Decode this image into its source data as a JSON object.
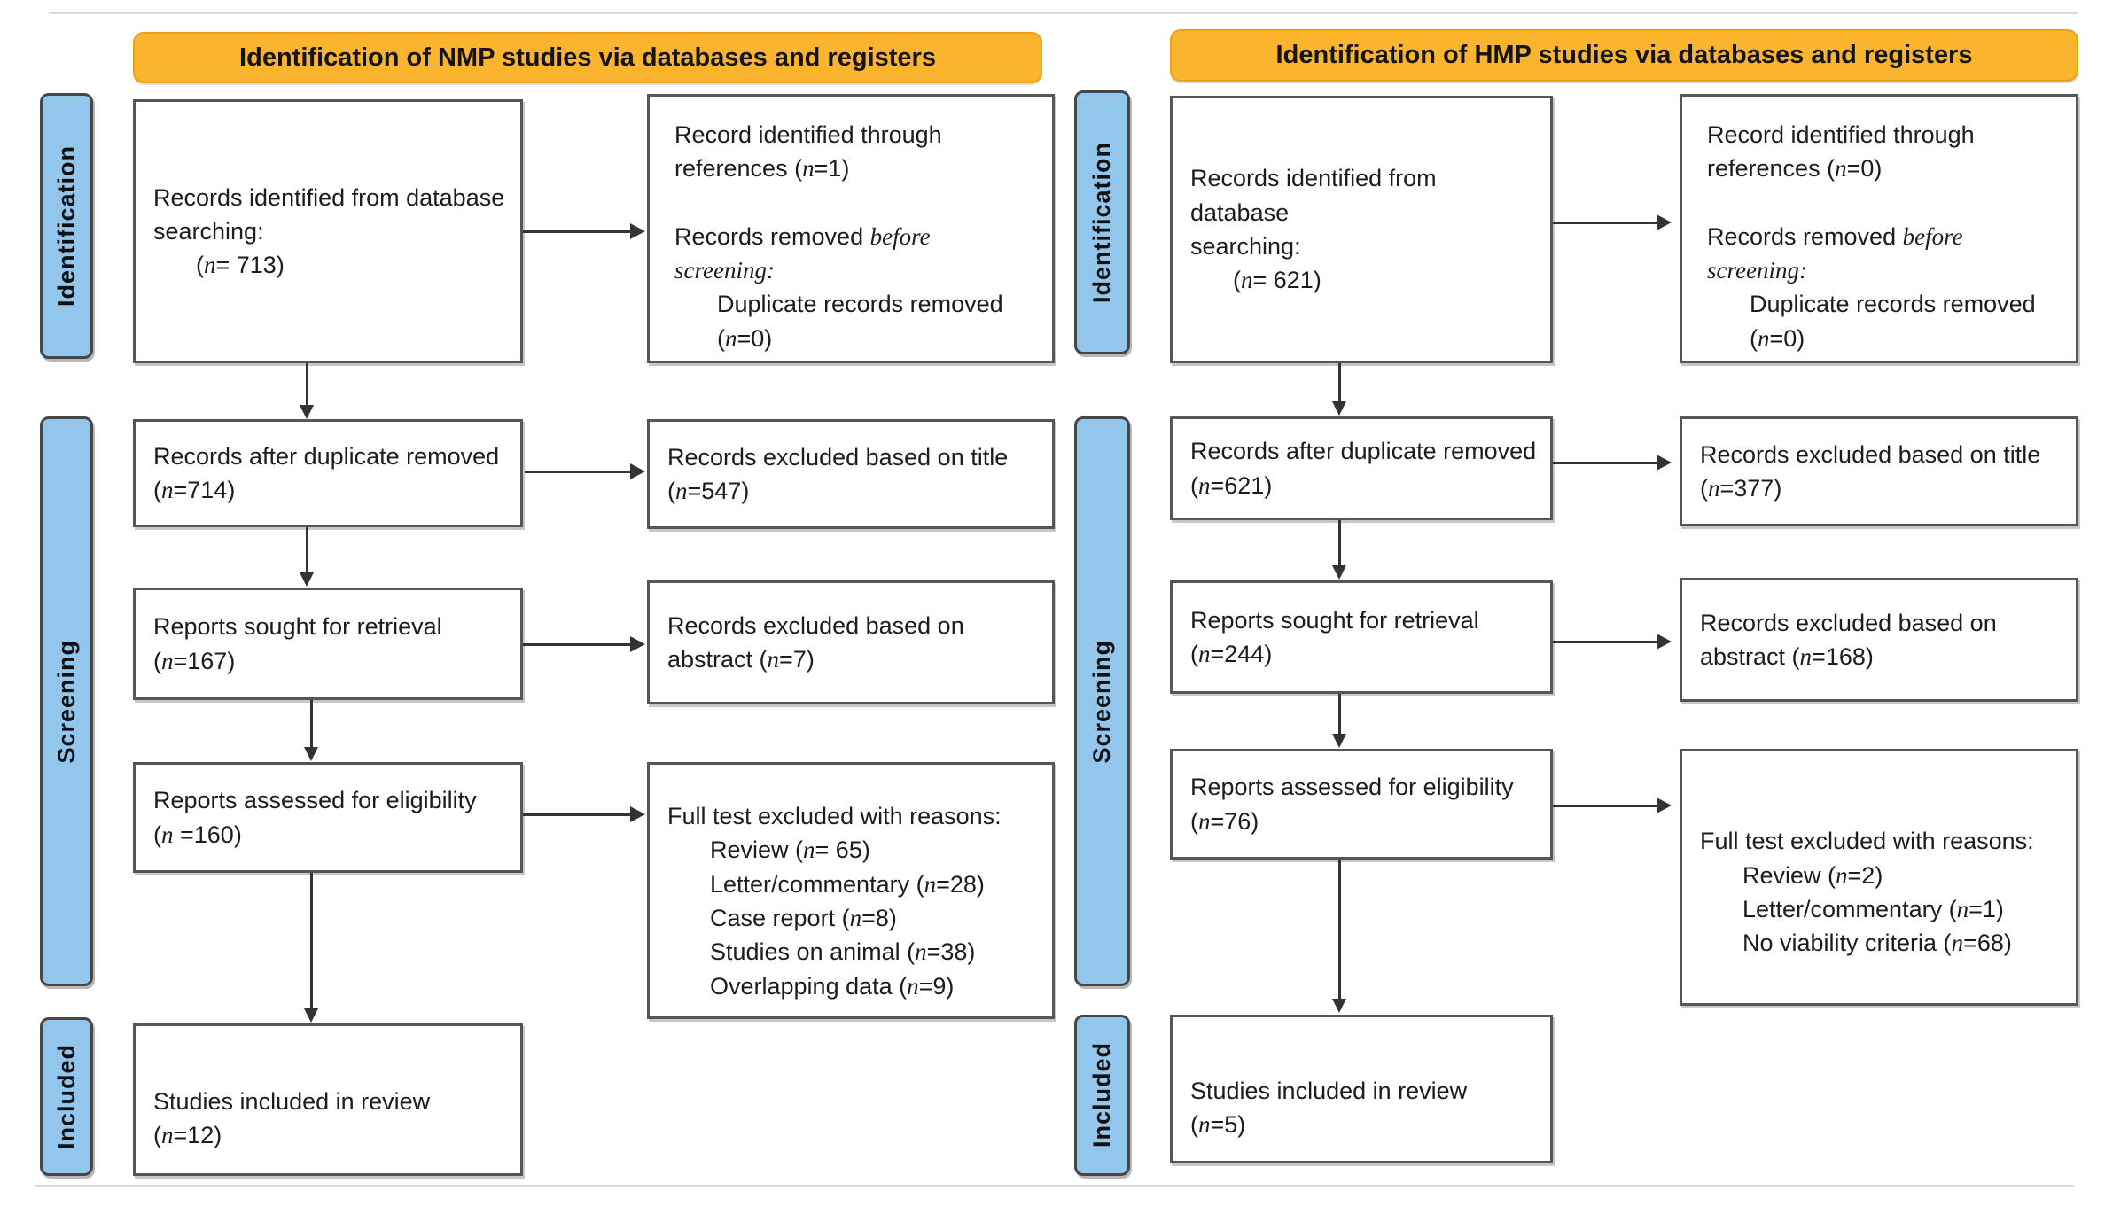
{
  "diagram": {
    "colors": {
      "header_bg": "#FBB42D",
      "header_border": "#EDA215",
      "stage_bg": "#93C6EC",
      "box_border": "#565656",
      "arrow": "#333333"
    },
    "nmp": {
      "header": "Identification of NMP studies via databases and registers",
      "stages": {
        "identification": "Identification",
        "screening": "Screening",
        "included": "Included"
      },
      "boxes": {
        "records_identified": [
          {
            "seg": [
              {
                "t": "Records identified from database"
              }
            ]
          },
          {
            "seg": [
              {
                "t": "searching:"
              }
            ]
          },
          {
            "ind": 1,
            "seg": [
              {
                "t": "("
              },
              {
                "t": "n",
                "i": 1
              },
              {
                "t": "= 713)"
              }
            ]
          }
        ],
        "references_removed": [
          {
            "seg": [
              {
                "t": "Record identified through"
              }
            ]
          },
          {
            "seg": [
              {
                "t": "references ("
              },
              {
                "t": "n",
                "i": 1
              },
              {
                "t": "=1)"
              }
            ]
          },
          {
            "seg": []
          },
          {
            "seg": [
              {
                "t": "Records removed "
              },
              {
                "t": "before",
                "i": 1
              }
            ]
          },
          {
            "seg": [
              {
                "t": "screening:",
                "i": 1
              }
            ]
          },
          {
            "ind": 1,
            "seg": [
              {
                "t": "Duplicate records removed"
              }
            ]
          },
          {
            "ind": 1,
            "seg": [
              {
                "t": "("
              },
              {
                "t": "n",
                "i": 1
              },
              {
                "t": "=0)"
              }
            ]
          }
        ],
        "after_duplicates": [
          {
            "seg": [
              {
                "t": "Records after duplicate removed"
              }
            ]
          },
          {
            "seg": [
              {
                "t": "("
              },
              {
                "t": "n",
                "i": 1
              },
              {
                "t": "=714)"
              }
            ]
          }
        ],
        "excluded_title": [
          {
            "seg": [
              {
                "t": "Records excluded based on title"
              }
            ]
          },
          {
            "seg": [
              {
                "t": "("
              },
              {
                "t": "n",
                "i": 1
              },
              {
                "t": "=547)"
              }
            ]
          }
        ],
        "reports_sought": [
          {
            "seg": [
              {
                "t": "Reports sought for retrieval"
              }
            ]
          },
          {
            "seg": [
              {
                "t": "("
              },
              {
                "t": "n",
                "i": 1
              },
              {
                "t": "=167)"
              }
            ]
          }
        ],
        "excluded_abstract": [
          {
            "seg": [
              {
                "t": "Records excluded based on"
              }
            ]
          },
          {
            "seg": [
              {
                "t": "abstract ("
              },
              {
                "t": "n",
                "i": 1
              },
              {
                "t": "=7)"
              }
            ]
          }
        ],
        "reports_assessed": [
          {
            "seg": [
              {
                "t": "Reports assessed for eligibility"
              }
            ]
          },
          {
            "seg": [
              {
                "t": "("
              },
              {
                "t": "n",
                "i": 1
              },
              {
                "t": " =160)"
              }
            ]
          }
        ],
        "fulltext_excluded": [
          {
            "seg": [
              {
                "t": "Full test excluded with reasons:"
              }
            ]
          },
          {
            "ind": 1,
            "seg": [
              {
                "t": "Review ("
              },
              {
                "t": "n",
                "i": 1
              },
              {
                "t": "= 65)"
              }
            ]
          },
          {
            "ind": 1,
            "seg": [
              {
                "t": "Letter/commentary ("
              },
              {
                "t": "n",
                "i": 1
              },
              {
                "t": "=28)"
              }
            ]
          },
          {
            "ind": 1,
            "seg": [
              {
                "t": "Case report ("
              },
              {
                "t": "n",
                "i": 1
              },
              {
                "t": "=8)"
              }
            ]
          },
          {
            "ind": 1,
            "seg": [
              {
                "t": "Studies on animal ("
              },
              {
                "t": "n",
                "i": 1
              },
              {
                "t": "=38)"
              }
            ]
          },
          {
            "ind": 1,
            "seg": [
              {
                "t": "Overlapping data ("
              },
              {
                "t": "n",
                "i": 1
              },
              {
                "t": "=9)"
              }
            ]
          }
        ],
        "studies_included": [
          {
            "seg": [
              {
                "t": "Studies included in review"
              }
            ]
          },
          {
            "seg": [
              {
                "t": "("
              },
              {
                "t": "n",
                "i": 1
              },
              {
                "t": "=12)"
              }
            ]
          }
        ]
      }
    },
    "hmp": {
      "header": "Identification of HMP studies via databases and registers",
      "stages": {
        "identification": "Identification",
        "screening": "Screening",
        "included": "Included"
      },
      "boxes": {
        "records_identified": [
          {
            "seg": [
              {
                "t": "Records identified from database"
              }
            ]
          },
          {
            "seg": [
              {
                "t": "searching:"
              }
            ]
          },
          {
            "ind": 1,
            "seg": [
              {
                "t": "("
              },
              {
                "t": "n",
                "i": 1
              },
              {
                "t": "= 621)"
              }
            ]
          }
        ],
        "references_removed": [
          {
            "seg": [
              {
                "t": "Record identified through"
              }
            ]
          },
          {
            "seg": [
              {
                "t": "references ("
              },
              {
                "t": "n",
                "i": 1
              },
              {
                "t": "=0)"
              }
            ]
          },
          {
            "seg": []
          },
          {
            "seg": [
              {
                "t": "Records removed "
              },
              {
                "t": "before",
                "i": 1
              }
            ]
          },
          {
            "seg": [
              {
                "t": "screening:",
                "i": 1
              }
            ]
          },
          {
            "ind": 1,
            "seg": [
              {
                "t": "Duplicate records removed"
              }
            ]
          },
          {
            "ind": 1,
            "seg": [
              {
                "t": "("
              },
              {
                "t": "n",
                "i": 1
              },
              {
                "t": "=0)"
              }
            ]
          }
        ],
        "after_duplicates": [
          {
            "seg": [
              {
                "t": "Records after duplicate removed"
              }
            ]
          },
          {
            "seg": [
              {
                "t": "("
              },
              {
                "t": "n",
                "i": 1
              },
              {
                "t": "=621)"
              }
            ]
          }
        ],
        "excluded_title": [
          {
            "seg": [
              {
                "t": "Records excluded based on title"
              }
            ]
          },
          {
            "seg": [
              {
                "t": "("
              },
              {
                "t": "n",
                "i": 1
              },
              {
                "t": "=377)"
              }
            ]
          }
        ],
        "reports_sought": [
          {
            "seg": [
              {
                "t": "Reports sought for retrieval"
              }
            ]
          },
          {
            "seg": [
              {
                "t": "("
              },
              {
                "t": "n",
                "i": 1
              },
              {
                "t": "=244)"
              }
            ]
          }
        ],
        "excluded_abstract": [
          {
            "seg": [
              {
                "t": "Records excluded based on"
              }
            ]
          },
          {
            "seg": [
              {
                "t": "abstract ("
              },
              {
                "t": "n",
                "i": 1
              },
              {
                "t": "=168)"
              }
            ]
          }
        ],
        "reports_assessed": [
          {
            "seg": [
              {
                "t": "Reports assessed for eligibility"
              }
            ]
          },
          {
            "seg": [
              {
                "t": "("
              },
              {
                "t": "n",
                "i": 1
              },
              {
                "t": "=76)"
              }
            ]
          }
        ],
        "fulltext_excluded": [
          {
            "seg": [
              {
                "t": "Full test excluded with reasons:"
              }
            ]
          },
          {
            "ind": 1,
            "seg": [
              {
                "t": "Review ("
              },
              {
                "t": "n",
                "i": 1
              },
              {
                "t": "=2)"
              }
            ]
          },
          {
            "ind": 1,
            "seg": [
              {
                "t": "Letter/commentary ("
              },
              {
                "t": "n",
                "i": 1
              },
              {
                "t": "=1)"
              }
            ]
          },
          {
            "ind": 1,
            "seg": [
              {
                "t": "No viability criteria ("
              },
              {
                "t": "n",
                "i": 1
              },
              {
                "t": "=68)"
              }
            ]
          }
        ],
        "studies_included": [
          {
            "seg": [
              {
                "t": "Studies included in review"
              }
            ]
          },
          {
            "seg": [
              {
                "t": "("
              },
              {
                "t": "n",
                "i": 1
              },
              {
                "t": "=5)"
              }
            ]
          }
        ]
      }
    }
  }
}
